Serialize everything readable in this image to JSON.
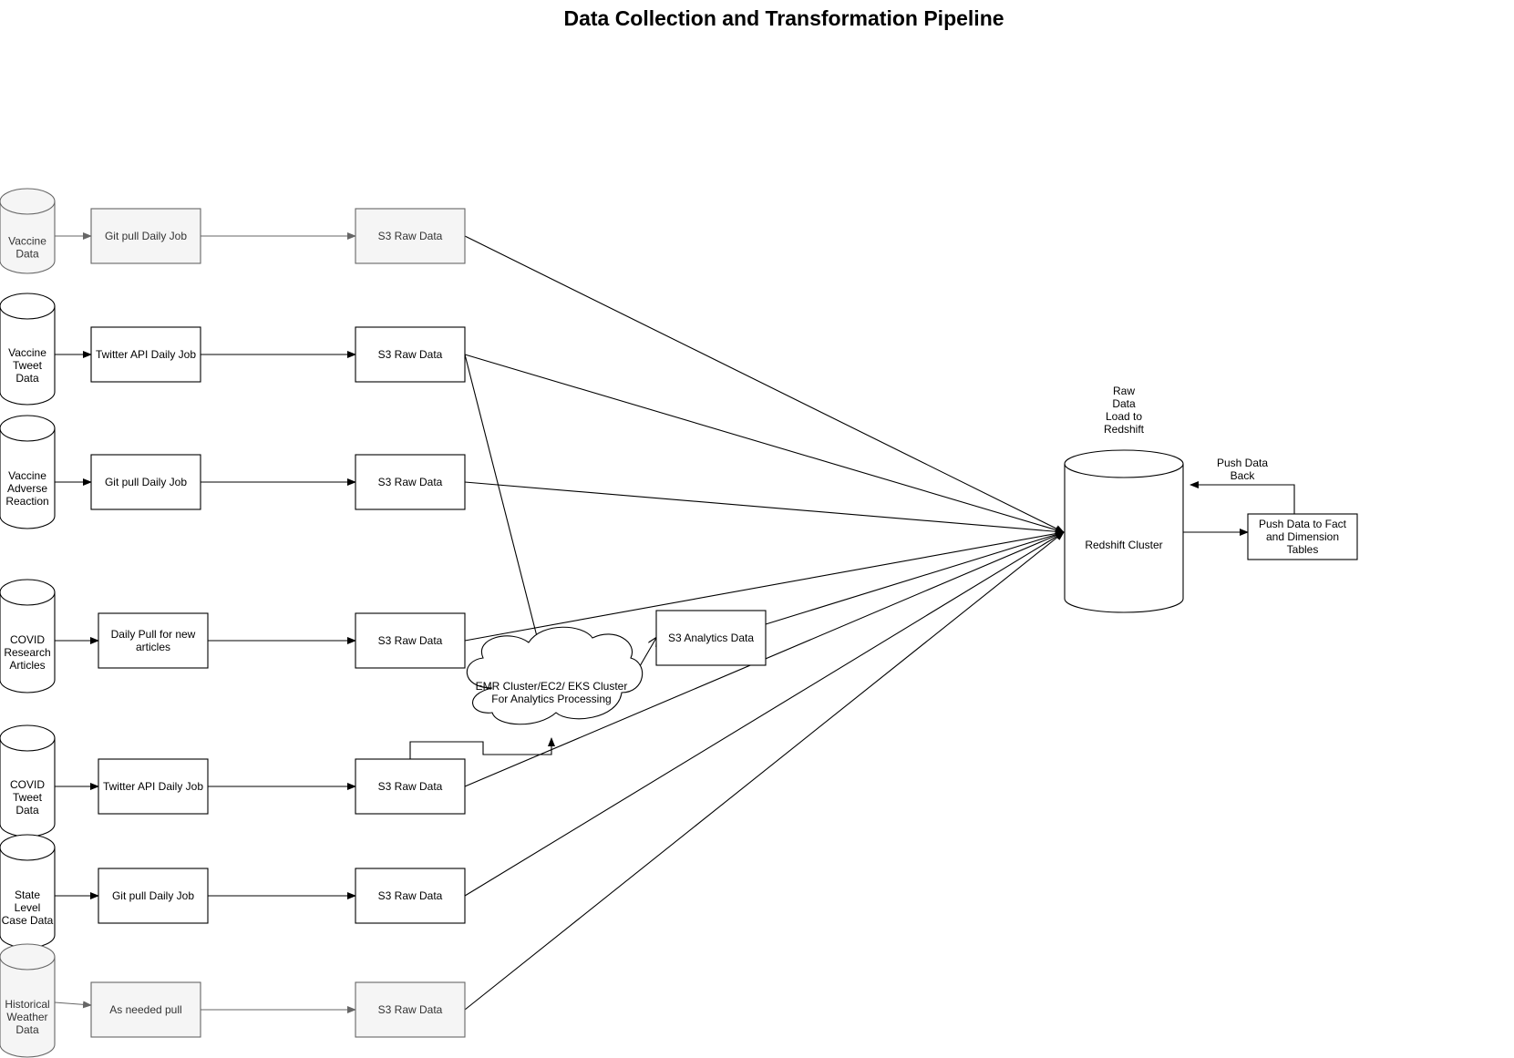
{
  "title": "Data Collection and Transformation Pipeline",
  "sources": [
    {
      "lines": [
        "Vaccine",
        "Data"
      ],
      "style": "gray"
    },
    {
      "lines": [
        "Vaccine",
        "Tweet",
        "Data"
      ],
      "style": "normal"
    },
    {
      "lines": [
        "Vaccine",
        "Adverse",
        "Reaction"
      ],
      "style": "normal"
    },
    {
      "lines": [
        "COVID",
        "Research",
        "Articles"
      ],
      "style": "normal"
    },
    {
      "lines": [
        "COVID",
        "Tweet",
        "Data"
      ],
      "style": "normal"
    },
    {
      "lines": [
        "State",
        "Level",
        "Case Data"
      ],
      "style": "normal"
    },
    {
      "lines": [
        "Historical",
        "Weather",
        "Data"
      ],
      "style": "gray"
    }
  ],
  "jobs": [
    {
      "lines": [
        "Git pull Daily Job"
      ],
      "style": "gray"
    },
    {
      "lines": [
        "Twitter API Daily Job"
      ],
      "style": "normal"
    },
    {
      "lines": [
        "Git pull Daily Job"
      ],
      "style": "normal"
    },
    {
      "lines": [
        "Daily Pull for new",
        "articles"
      ],
      "style": "normal"
    },
    {
      "lines": [
        "Twitter API Daily Job"
      ],
      "style": "normal"
    },
    {
      "lines": [
        "Git pull Daily Job"
      ],
      "style": "normal"
    },
    {
      "lines": [
        "As needed pull"
      ],
      "style": "gray"
    }
  ],
  "raw_stores": [
    {
      "label": "S3 Raw Data",
      "style": "gray"
    },
    {
      "label": "S3 Raw Data",
      "style": "normal"
    },
    {
      "label": "S3 Raw Data",
      "style": "normal"
    },
    {
      "label": "S3 Raw Data",
      "style": "normal"
    },
    {
      "label": "S3 Raw Data",
      "style": "normal"
    },
    {
      "label": "S3 Raw Data",
      "style": "normal"
    },
    {
      "label": "S3 Raw Data",
      "style": "gray"
    }
  ],
  "cloud": {
    "lines": [
      "EMR Cluster/EC2/ EKS Cluster",
      "For Analytics Processing"
    ]
  },
  "analytics": {
    "label": "S3 Analytics Data"
  },
  "redshift": {
    "label": "Redshift Cluster"
  },
  "raw_load_label": {
    "lines": [
      "Raw",
      "Data",
      "Load to",
      "Redshift"
    ]
  },
  "fact_box": {
    "lines": [
      "Push Data to Fact",
      "and Dimension",
      "Tables"
    ]
  },
  "push_back_label": {
    "lines": [
      "Push Data",
      "Back"
    ]
  }
}
